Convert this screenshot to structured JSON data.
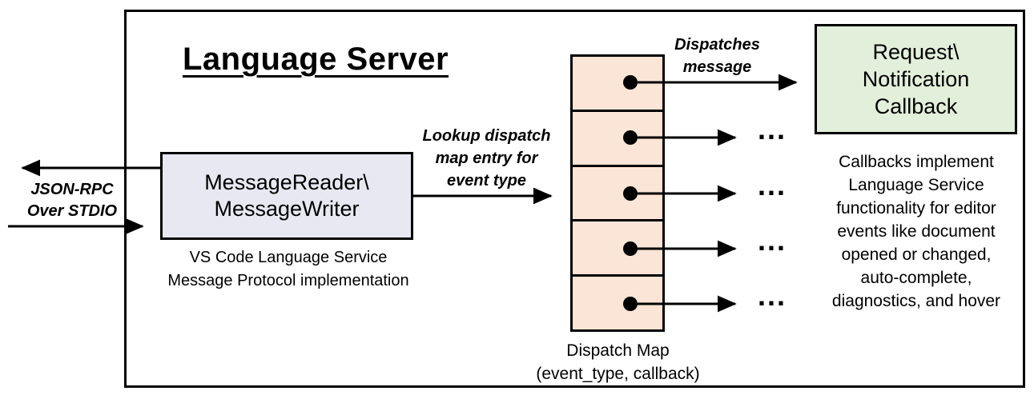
{
  "colors": {
    "canvas-bg": "#ffffff",
    "border": "#000000",
    "message-box-fill": "#e8e8f2",
    "dispatch-cell-fill": "#fbe5d6",
    "callback-box-fill": "#e2efda"
  },
  "title": "Language Server",
  "io_label": "JSON-RPC\nOver STDIO",
  "message_box": {
    "label": "MessageReader\\\nMessageWriter",
    "caption": "VS Code Language Service\nMessage Protocol implementation"
  },
  "lookup_label": "Lookup dispatch\nmap entry for\nevent type",
  "dispatches_label": "Dispatches\nmessage",
  "callback_box": {
    "label": "Request\\\nNotification\nCallback"
  },
  "callbacks_note": "Callbacks implement\nLanguage Service\nfunctionality for editor\nevents like document\nopened or changed,\nauto-complete,\ndiagnostics, and hover",
  "dispatch_map": {
    "label": "Dispatch Map\n(event_type, callback)",
    "cell_count": 5
  },
  "ellipsis": "..."
}
